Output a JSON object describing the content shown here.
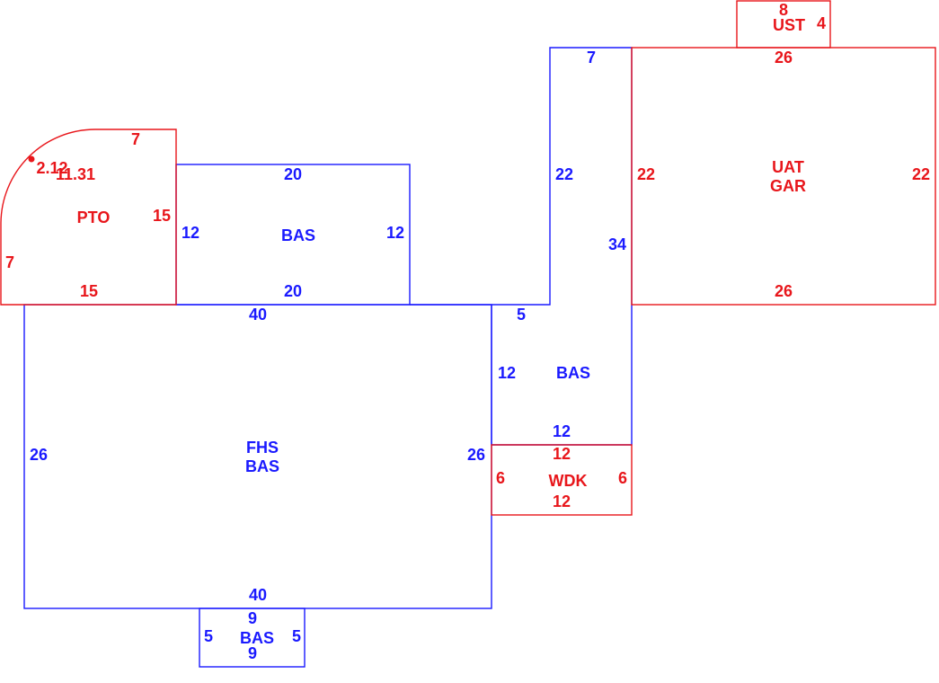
{
  "colors": {
    "blue": "#1a1aff",
    "red": "#e8161b"
  },
  "areas": {
    "fhs_bas": {
      "codes": [
        "FHS",
        "BAS"
      ],
      "dims": {
        "top": "40",
        "bottom": "40",
        "left": "26",
        "right": "26"
      }
    },
    "bas_upper": {
      "code": "BAS",
      "dims": {
        "top": "20",
        "bottom": "20",
        "left": "12",
        "right": "12"
      }
    },
    "pto": {
      "code": "PTO",
      "dims": {
        "top": "7",
        "bottom": "15",
        "left": "7",
        "right": "15",
        "arc": "11.31",
        "chord": "2.12"
      }
    },
    "bas_right": {
      "code": "BAS",
      "dims": {
        "top": "7",
        "tall_left": "22",
        "tall_right": "34",
        "step": "5",
        "lower_left": "12",
        "bottom": "12"
      }
    },
    "wdk": {
      "code": "WDK",
      "dims": {
        "top": "12",
        "bottom": "12",
        "left": "6",
        "right": "6"
      }
    },
    "uat_gar": {
      "codes": [
        "UAT",
        "GAR"
      ],
      "dims": {
        "top": "26",
        "bottom": "26",
        "left": "22",
        "right": "22"
      }
    },
    "ust": {
      "code": "UST",
      "dims": {
        "top": "8",
        "right": "4"
      }
    },
    "bas_small": {
      "code": "BAS",
      "dims": {
        "top": "9",
        "bottom": "9",
        "left": "5",
        "right": "5"
      }
    }
  }
}
